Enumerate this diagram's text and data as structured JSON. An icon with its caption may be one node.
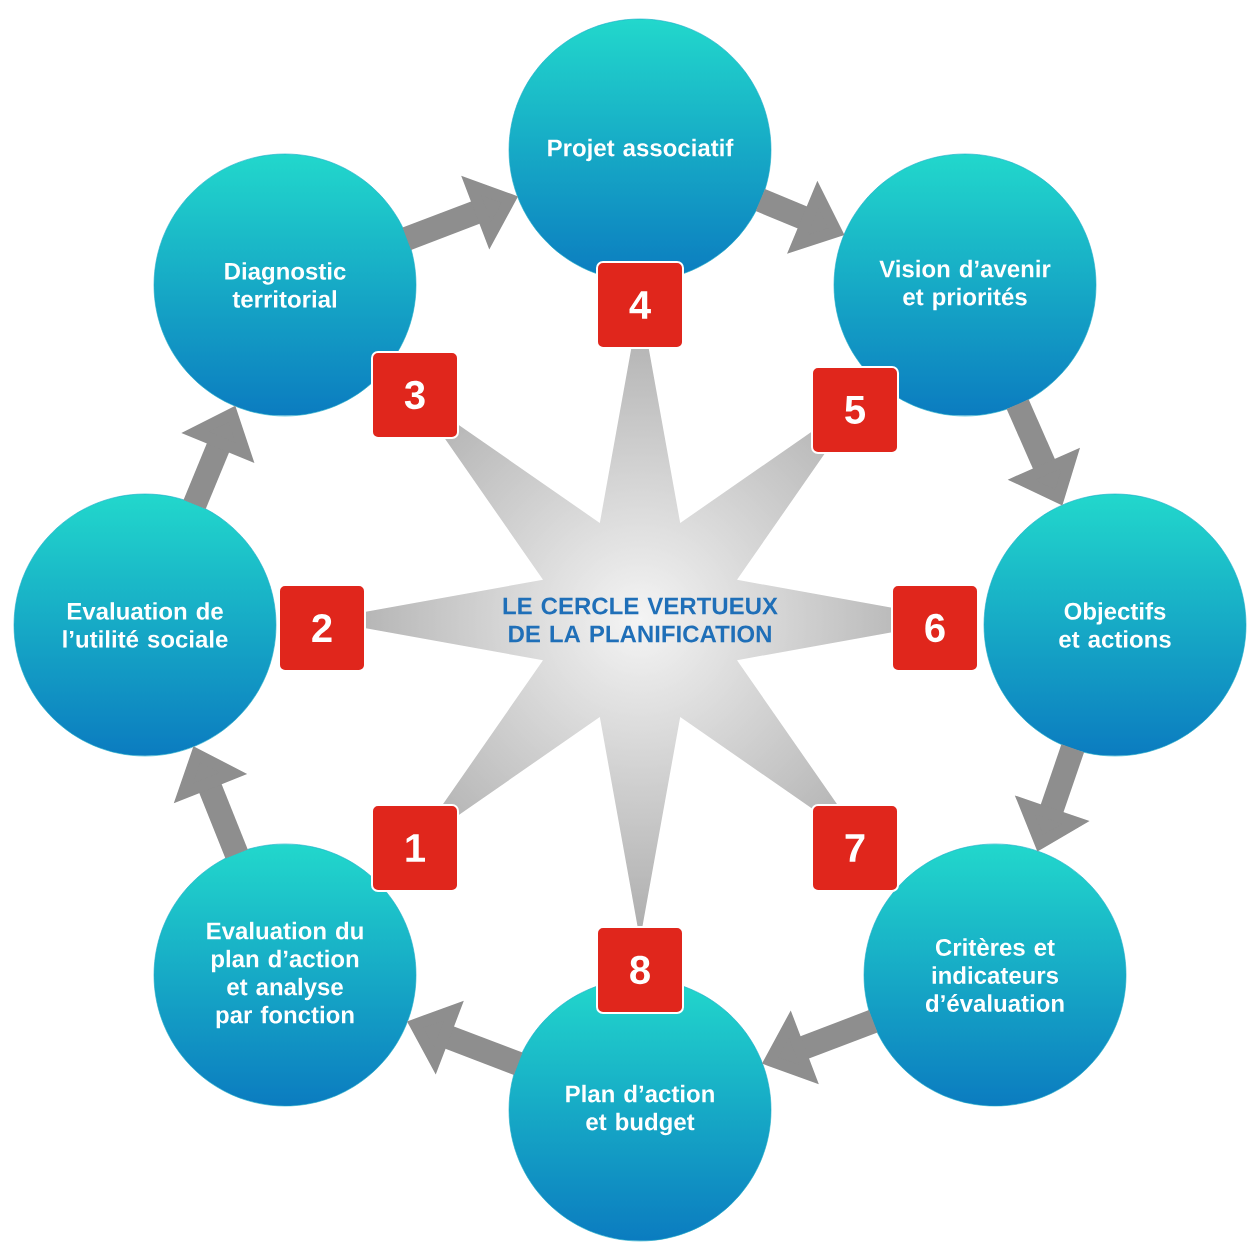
{
  "diagram": {
    "nodes": [
      {
        "text": [
          "LE CERCLE VERTUEUX DE LA PLANIFICATION"
        ]
      },
      {
        "text": [
          "Evaluation du plan d’action et analyse par fonction"
        ]
      },
      {
        "text": [
          "Evaluation de l’utilité sociale"
        ]
      },
      {
        "text": [
          "Diagnostic territorial"
        ]
      },
      {
        "text": [
          "Projet associatif"
        ]
      },
      {
        "text": [
          "Vision d’avenir et priorités"
        ]
      },
      {
        "text": [
          "Objectifs et actions"
        ]
      },
      {
        "text": [
          "Critères et indicateurs d’évaluation"
        ]
      },
      {
        "text": [
          "Plan d’action et budget"
        ]
      },
      {
        "text": [
          "1"
        ]
      },
      {
        "text": [
          "2"
        ]
      },
      {
        "text": [
          "3"
        ]
      },
      {
        "text": [
          "4"
        ]
      },
      {
        "text": [
          "5"
        ]
      },
      {
        "text": [
          "6"
        ]
      },
      {
        "text": [
          "7"
        ]
      },
      {
        "text": [
          "8"
        ]
      }
    ],
    "edges": [
      {
        "from": 3,
        "to": 4,
        "arrow": "to"
      },
      {
        "from": 4,
        "to": 5,
        "arrow": "to"
      },
      {
        "from": 5,
        "to": 6,
        "arrow": "to"
      },
      {
        "from": 6,
        "to": 7,
        "arrow": "to"
      },
      {
        "from": 7,
        "to": 8,
        "arrow": "to"
      },
      {
        "from": 8,
        "to": 1,
        "arrow": "to"
      },
      {
        "from": 1,
        "to": 2,
        "arrow": "to"
      },
      {
        "from": 2,
        "to": 3,
        "arrow": "to"
      }
    ]
  }
}
